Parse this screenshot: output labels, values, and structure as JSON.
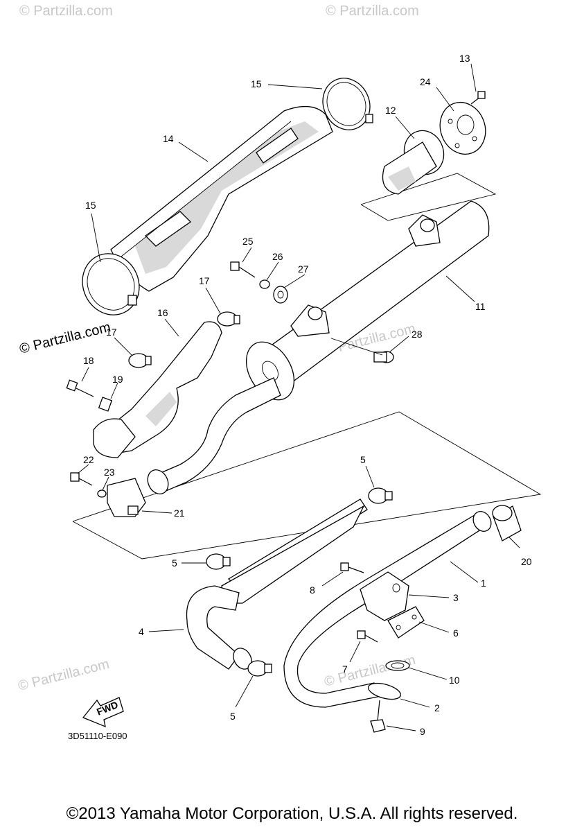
{
  "watermarks": {
    "tl": "© Partzilla.com",
    "tc": "© Partzilla.com",
    "mid_left_dark": "© Partzilla.com",
    "mid_left_gray": "© Partzilla.com",
    "mid_right": "© Partzilla.com",
    "bottom_left": "© Partzilla.com",
    "bottom_right": "© Partzilla.com"
  },
  "labels": {
    "l1": "1",
    "l2": "2",
    "l3": "3",
    "l4": "4",
    "l5a": "5",
    "l5b": "5",
    "l5c": "5",
    "l6": "6",
    "l7": "7",
    "l8": "8",
    "l9": "9",
    "l10": "10",
    "l11": "11",
    "l12": "12",
    "l13": "13",
    "l14": "14",
    "l15a": "15",
    "l15b": "15",
    "l16": "16",
    "l17a": "17",
    "l17b": "17",
    "l18": "18",
    "l19": "19",
    "l20": "20",
    "l21": "21",
    "l22": "22",
    "l23": "23",
    "l24": "24",
    "l25": "25",
    "l26": "26",
    "l27": "27",
    "l28": "28"
  },
  "fwd_label": "FWD",
  "diagram_code": "3D51110-E090",
  "copyright": "©2013 Yamaha Motor Corporation, U.S.A. All rights reserved."
}
